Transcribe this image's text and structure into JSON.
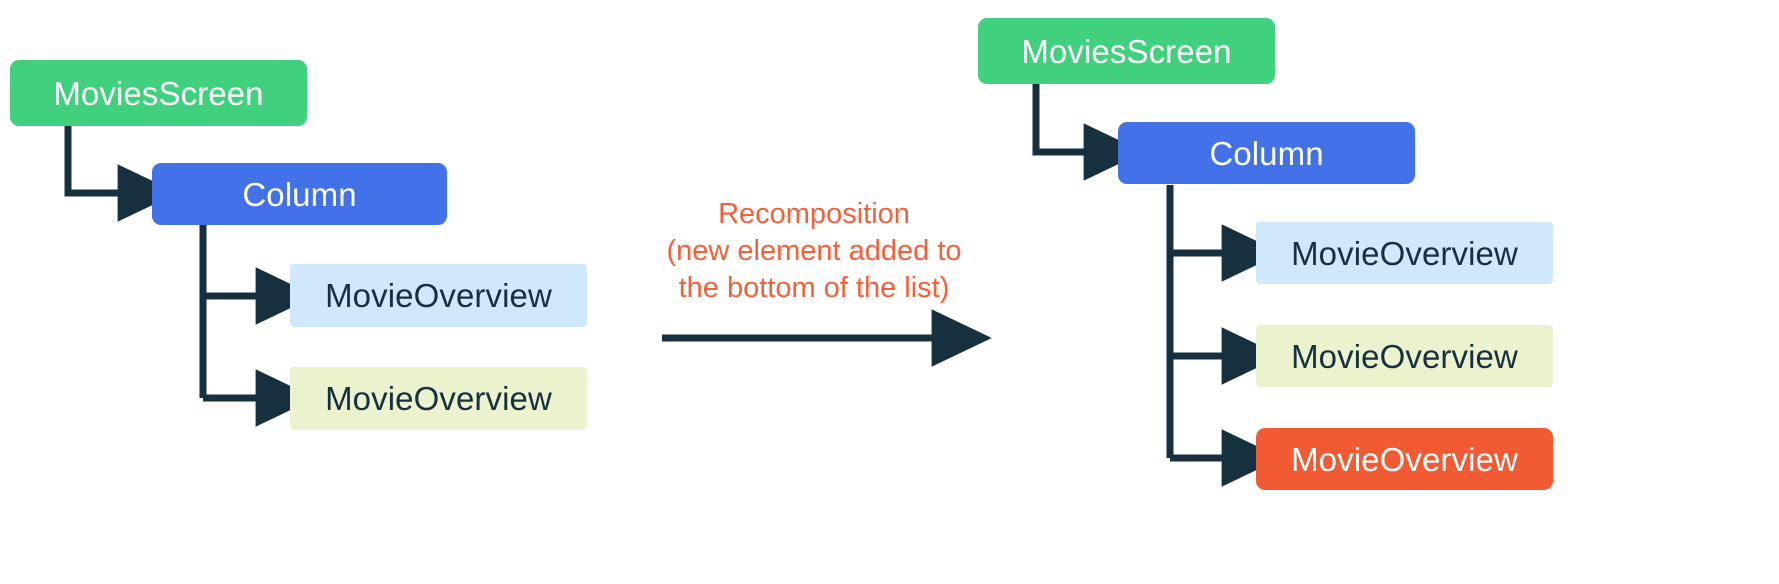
{
  "diagram": {
    "title_text": "Recomposition\n(new element added to\nthe bottom of the list)",
    "palette": {
      "green": "#40d07e",
      "blue": "#4271e8",
      "light_blue": "#cfe8fb",
      "light_yellow": "#eaf2ce",
      "orange": "#f15a33",
      "connector": "#17303f",
      "caption": "#f2613c",
      "background": "#ffffff"
    },
    "before": {
      "nodes": [
        {
          "label": "MoviesScreen",
          "color_key": "green"
        },
        {
          "label": "Column",
          "color_key": "blue"
        },
        {
          "label": "MovieOverview",
          "color_key": "light_blue"
        },
        {
          "label": "MovieOverview",
          "color_key": "light_yellow"
        }
      ]
    },
    "after": {
      "nodes": [
        {
          "label": "MoviesScreen",
          "color_key": "green"
        },
        {
          "label": "Column",
          "color_key": "blue"
        },
        {
          "label": "MovieOverview",
          "color_key": "light_blue"
        },
        {
          "label": "MovieOverview",
          "color_key": "light_yellow"
        },
        {
          "label": "MovieOverview",
          "color_key": "orange"
        }
      ]
    },
    "transition": {
      "line1": "Recomposition",
      "line2": "(new element added to",
      "line3": "the bottom of the list)",
      "arrow": "transition-arrow-right"
    }
  }
}
